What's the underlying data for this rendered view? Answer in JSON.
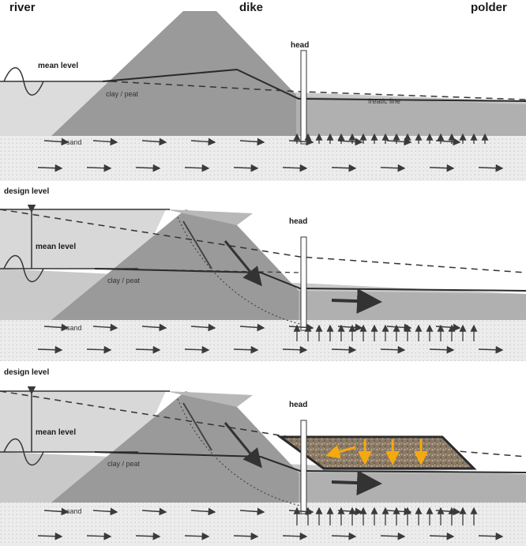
{
  "header": {
    "river": "river",
    "dike": "dike",
    "polder": "polder"
  },
  "panels": [
    {
      "id": "normal",
      "level_label": "",
      "labels": {
        "mean_level": "mean level",
        "clay_peat": "clay / peat",
        "sand": "sand",
        "head": "head",
        "freatic_line": "freatic line"
      }
    },
    {
      "id": "design",
      "level_label": "design level",
      "labels": {
        "mean_level": "mean level",
        "clay_peat": "clay / peat",
        "sand": "sand",
        "head": "head"
      }
    },
    {
      "id": "design-berm",
      "level_label": "design level",
      "labels": {
        "mean_level": "mean level",
        "clay_peat": "clay / peat",
        "sand": "sand",
        "head": "head"
      }
    }
  ],
  "colors": {
    "dike": "#9a9a9a",
    "clay": "#bdbdbd",
    "sand": "#ececec",
    "water": "#d6d6d6",
    "berm_fill": "#8a7a66",
    "berm_outline": "#2b2b2b",
    "load_arrow": "#f5a90f"
  }
}
